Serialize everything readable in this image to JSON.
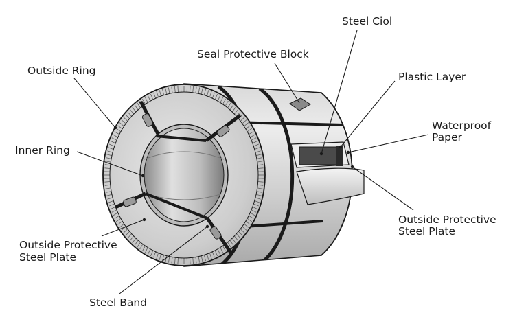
{
  "diagram": {
    "labels": {
      "steel_coil": "Steel Ciol",
      "seal_protective_block": "Seal Protective Block",
      "plastic_layer": "Plastic Layer",
      "waterproof_paper_line1": "Waterproof",
      "waterproof_paper_line2": "Paper",
      "outside_ring": "Outside Ring",
      "inner_ring": "Inner Ring",
      "outside_plate_left_line1": "Outside Protective",
      "outside_plate_left_line2": "Steel Plate",
      "outside_plate_right_line1": "Outside Protective",
      "outside_plate_right_line2": "Steel Plate",
      "steel_band": "Steel Band"
    },
    "colors": {
      "outline": "#1a1a1a",
      "body_light": "#e6e6e6",
      "body_mid": "#c8c8c8",
      "body_dark": "#9a9a9a",
      "band": "#1a1a1a",
      "coil_inner": "#4a4a4a"
    }
  }
}
